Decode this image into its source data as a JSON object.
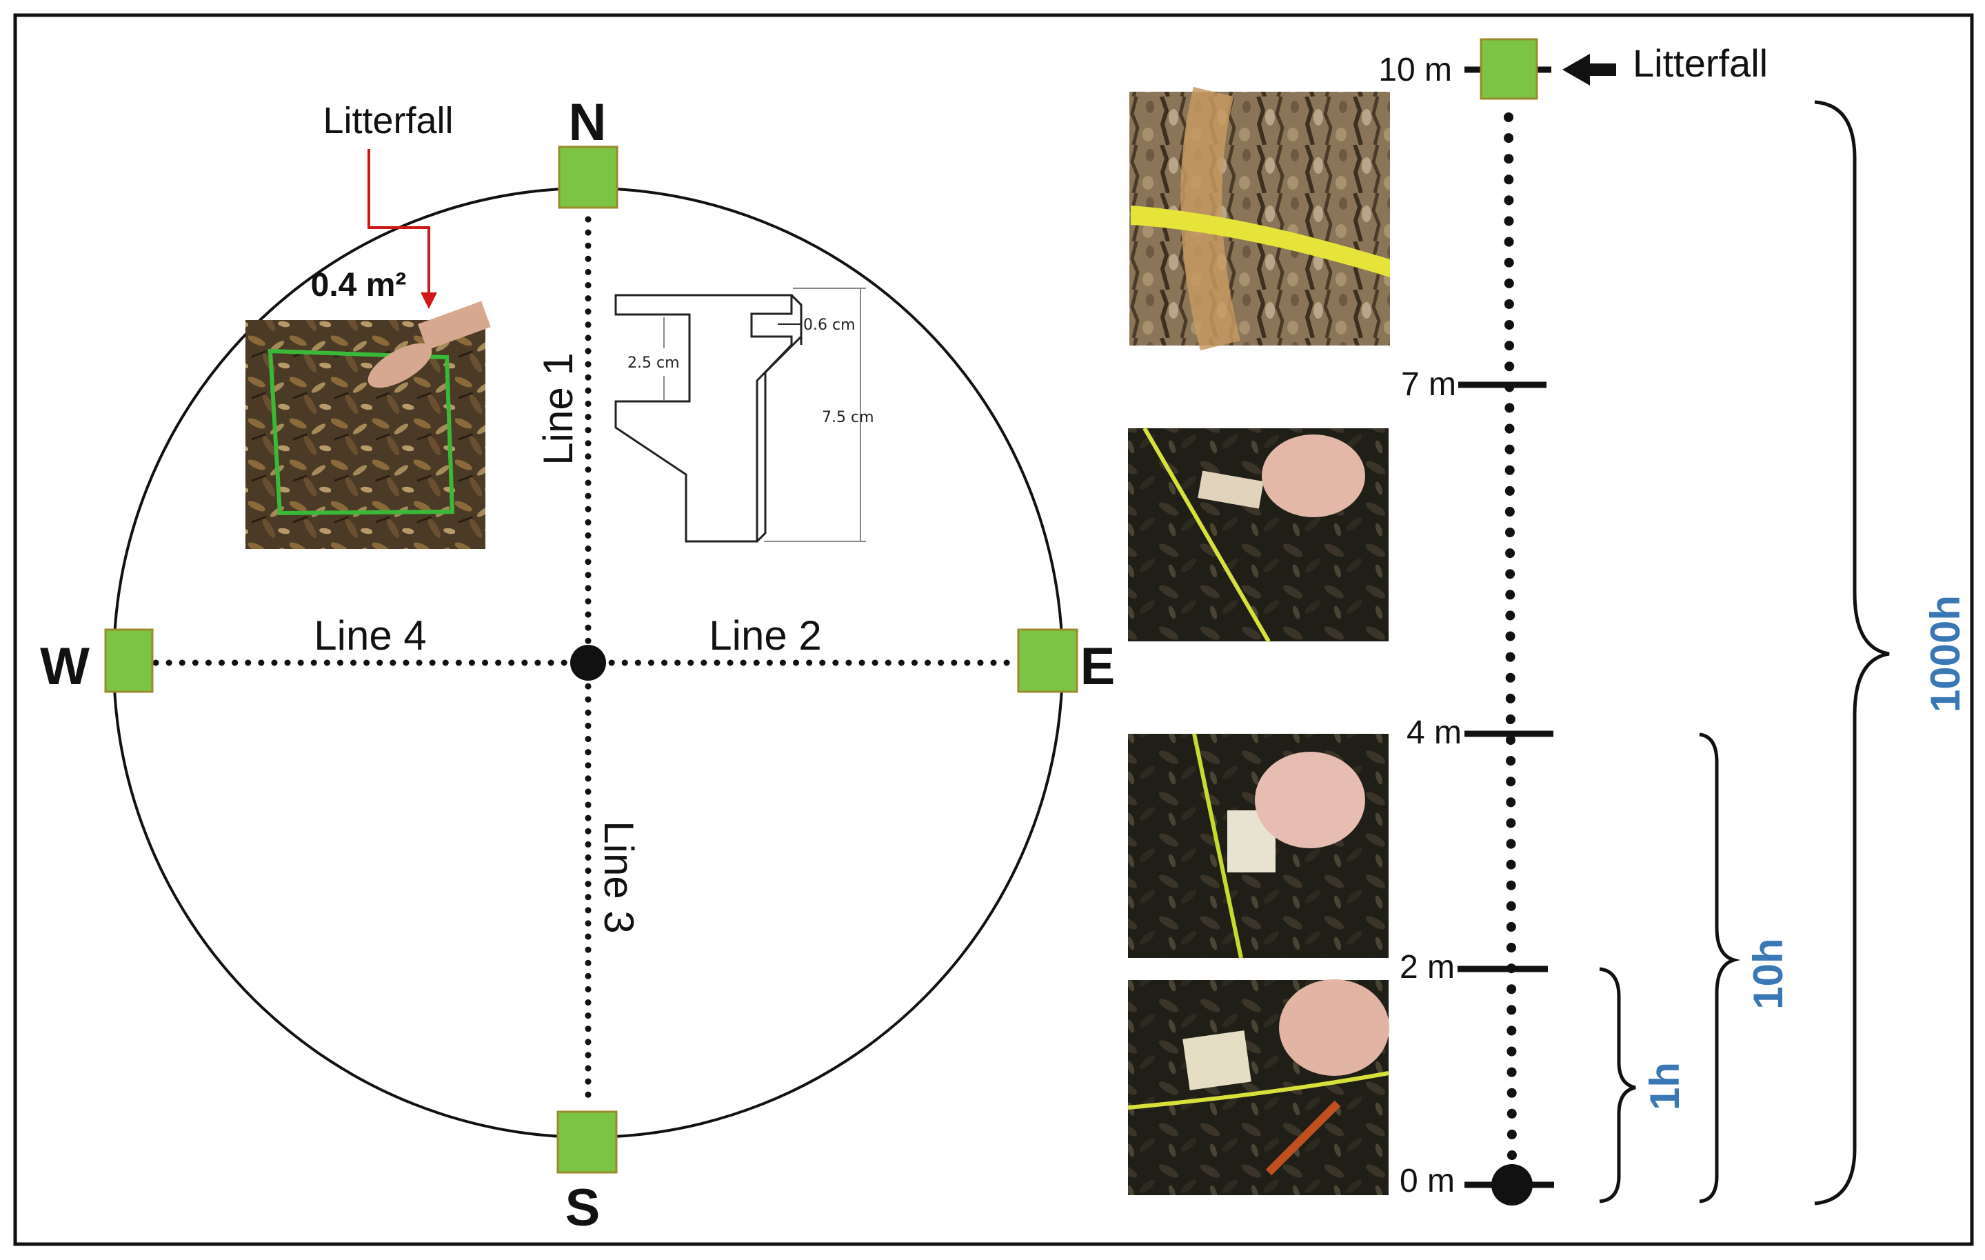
{
  "directions": {
    "north": "N",
    "east": "E",
    "south": "S",
    "west": "W"
  },
  "lines": {
    "line1": "Line 1",
    "line2": "Line 2",
    "line3": "Line 3",
    "line4": "Line 4"
  },
  "plot_callout": {
    "litterfall_label": "Litterfall",
    "area_label": "0.4 m²"
  },
  "gauge": {
    "dim_slot": "0.6 cm",
    "dim_height": "2.5 cm",
    "dim_total": "7.5 cm"
  },
  "transect": {
    "litterfall_label": "Litterfall",
    "markers": [
      "10 m",
      "7 m",
      "4 m",
      "2 m",
      "0 m"
    ]
  },
  "fuel_classes": {
    "h1000": "1000h",
    "h10": "10h",
    "h1": "1h"
  },
  "colors": {
    "plot_green": "#7cc444",
    "plot_border": "#9a8a2a",
    "callout_red": "#d01818",
    "fuel_blue": "#3a78b5"
  }
}
